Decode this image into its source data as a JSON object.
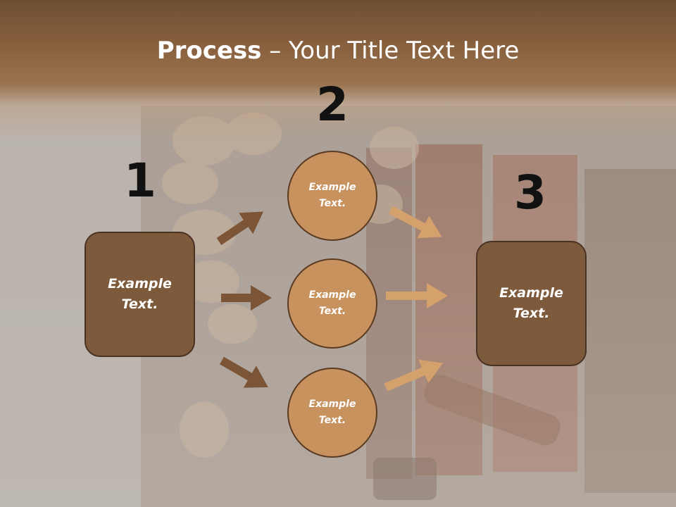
{
  "title": {
    "bold": "Process",
    "rest": " – Your Title Text Here"
  },
  "steps": {
    "one": "1",
    "two": "2",
    "three": "3"
  },
  "boxes": {
    "left": "Example\nText.",
    "right": "Example\nText."
  },
  "circles": {
    "top": "Example\nText.",
    "middle": "Example\nText.",
    "bottom": "Example\nText."
  },
  "colors": {
    "title_band": "#8a623f",
    "box_fill": "#7c5a3b",
    "circle_fill": "#c8925f",
    "arrow_dark": "#7b5535",
    "arrow_light": "#d4a06c"
  }
}
